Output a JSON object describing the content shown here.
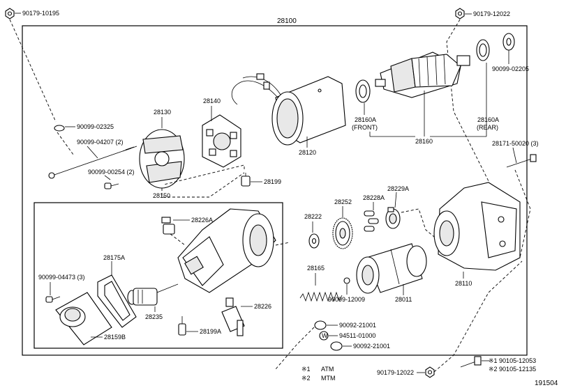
{
  "figure_id": "191504",
  "assembly_number": "28100",
  "legend": [
    {
      "mark": "※1",
      "text": "ATM"
    },
    {
      "mark": "※2",
      "text": "MTM"
    }
  ],
  "parts": {
    "p90179_10195": "90179-10195",
    "p90179_12022_top": "90179-12022",
    "p90099_02205": "90099-02205",
    "p28140": "28140",
    "p28130": "28130",
    "p90099_02325": "90099-02325",
    "p28160a_front": "28160A",
    "p28160a_front_note": "(FRONT)",
    "p28160a_rear": "28160A",
    "p28160a_rear_note": "(REAR)",
    "p90099_04207": "90099-04207 (2)",
    "p28120": "28120",
    "p28160": "28160",
    "p28171_50020": "28171-50020 (3)",
    "p90099_00254": "90099-00254 (2)",
    "p28199": "28199",
    "p28150": "28150",
    "p28229a": "28229A",
    "p28228a": "28228A",
    "p28252": "28252",
    "p28222": "28222",
    "p28226a": "28226A",
    "p28175a": "28175A",
    "p90099_04473": "90099-04473 (3)",
    "p28165": "28165",
    "p28110": "28110",
    "p90099_12009": "90099-12009",
    "p28011": "28011",
    "p28235": "28235",
    "p28226": "28226",
    "p90092_21001_a": "90092-21001",
    "p94511_01000": "94511-01000",
    "p90092_21001_b": "90092-21001",
    "p28199a": "28199A",
    "p28159b": "28159B",
    "p90179_12022_bottom": "90179-12022",
    "p90105_12053": "※1 90105-12053",
    "p90105_12135": "※2 90105-12135"
  }
}
